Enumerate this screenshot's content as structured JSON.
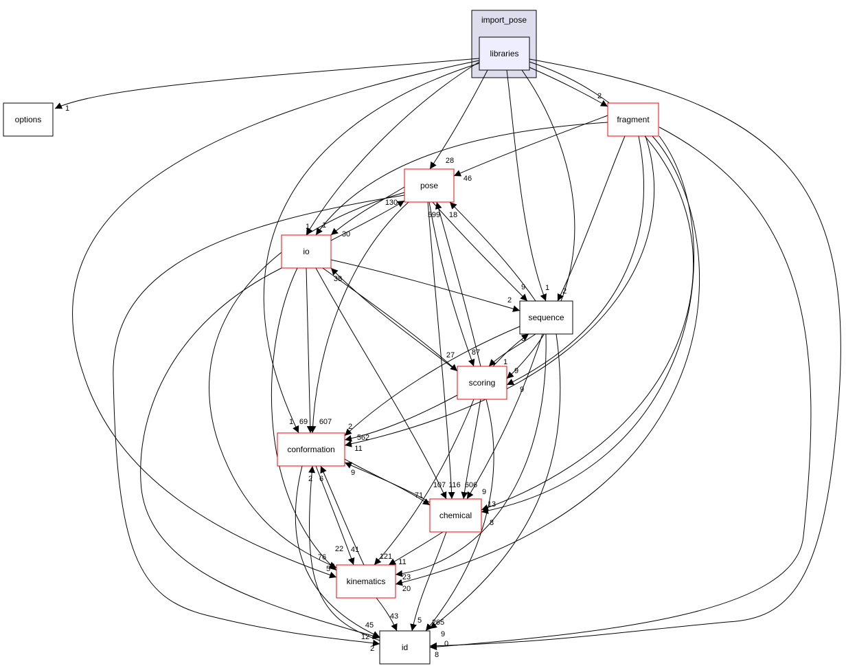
{
  "cluster": {
    "label": "import_pose",
    "fill": "#ddddee"
  },
  "colors": {
    "highlight_border": "#ff0000",
    "normal_border": "#000000",
    "current_fill": "#eeeeff"
  },
  "nodes": [
    {
      "id": "libraries",
      "label": "libraries",
      "style": "current"
    },
    {
      "id": "options",
      "label": "options",
      "style": "normal"
    },
    {
      "id": "fragment",
      "label": "fragment",
      "style": "red"
    },
    {
      "id": "pose",
      "label": "pose",
      "style": "red"
    },
    {
      "id": "io",
      "label": "io",
      "style": "red"
    },
    {
      "id": "sequence",
      "label": "sequence",
      "style": "normal"
    },
    {
      "id": "scoring",
      "label": "scoring",
      "style": "red"
    },
    {
      "id": "conformation",
      "label": "conformation",
      "style": "red"
    },
    {
      "id": "chemical",
      "label": "chemical",
      "style": "red"
    },
    {
      "id": "kinematics",
      "label": "kinematics",
      "style": "red"
    },
    {
      "id": "id",
      "label": "id",
      "style": "normal"
    }
  ],
  "edges": [
    {
      "from": "libraries",
      "to": "options",
      "label": "1"
    },
    {
      "from": "libraries",
      "to": "fragment",
      "label": "2"
    },
    {
      "from": "libraries",
      "to": "pose",
      "label": "28"
    },
    {
      "from": "libraries",
      "to": "io",
      "label": "1"
    },
    {
      "from": "libraries",
      "to": "sequence",
      "label": "1"
    },
    {
      "from": "libraries",
      "to": "scoring",
      "label": "9"
    },
    {
      "from": "libraries",
      "to": "conformation",
      "label": "1"
    },
    {
      "from": "libraries",
      "to": "chemical",
      "label": "13"
    },
    {
      "from": "libraries",
      "to": "kinematics",
      "label": "5"
    },
    {
      "from": "libraries",
      "to": "id",
      "label": "8"
    },
    {
      "from": "fragment",
      "to": "pose",
      "label": "46"
    },
    {
      "from": "fragment",
      "to": "io",
      "label": "1"
    },
    {
      "from": "fragment",
      "to": "sequence",
      "label": "2"
    },
    {
      "from": "fragment",
      "to": "scoring",
      "label": "9"
    },
    {
      "from": "fragment",
      "to": "conformation",
      "label": "11"
    },
    {
      "from": "fragment",
      "to": "chemical",
      "label": "8"
    },
    {
      "from": "fragment",
      "to": "kinematics",
      "label": "23"
    },
    {
      "from": "fragment",
      "to": "id",
      "label": "0"
    },
    {
      "from": "pose",
      "to": "io",
      "label": "30"
    },
    {
      "from": "io",
      "to": "pose",
      "label": "130"
    },
    {
      "from": "pose",
      "to": "sequence",
      "label": "9"
    },
    {
      "from": "sequence",
      "to": "pose",
      "label": "18"
    },
    {
      "from": "pose",
      "to": "scoring",
      "label": "87"
    },
    {
      "from": "scoring",
      "to": "pose",
      "label": "599"
    },
    {
      "from": "pose",
      "to": "conformation",
      "label": "607"
    },
    {
      "from": "pose",
      "to": "chemical",
      "label": "116"
    },
    {
      "from": "pose",
      "to": "kinematics",
      "label": "76"
    },
    {
      "from": "pose",
      "to": "id",
      "label": "12"
    },
    {
      "from": "io",
      "to": "sequence",
      "label": "2"
    },
    {
      "from": "io",
      "to": "scoring",
      "label": "27"
    },
    {
      "from": "scoring",
      "to": "io",
      "label": "38"
    },
    {
      "from": "io",
      "to": "conformation",
      "label": "69"
    },
    {
      "from": "io",
      "to": "chemical",
      "label": "107"
    },
    {
      "from": "io",
      "to": "kinematics",
      "label": "22"
    },
    {
      "from": "io",
      "to": "id",
      "label": "2"
    },
    {
      "from": "sequence",
      "to": "scoring",
      "label": "1"
    },
    {
      "from": "scoring",
      "to": "sequence",
      "label": "3"
    },
    {
      "from": "sequence",
      "to": "conformation",
      "label": "2"
    },
    {
      "from": "sequence",
      "to": "chemical",
      "label": "9"
    },
    {
      "from": "sequence",
      "to": "kinematics",
      "label": "20"
    },
    {
      "from": "sequence",
      "to": "id",
      "label": "9"
    },
    {
      "from": "scoring",
      "to": "conformation",
      "label": "562"
    },
    {
      "from": "scoring",
      "to": "chemical",
      "label": "606"
    },
    {
      "from": "scoring",
      "to": "kinematics",
      "label": "121"
    },
    {
      "from": "scoring",
      "to": "id",
      "label": "265"
    },
    {
      "from": "conformation",
      "to": "chemical",
      "label": "71"
    },
    {
      "from": "chemical",
      "to": "conformation",
      "label": "9"
    },
    {
      "from": "conformation",
      "to": "kinematics",
      "label": "41"
    },
    {
      "from": "kinematics",
      "to": "conformation",
      "label": "6"
    },
    {
      "from": "conformation",
      "to": "id",
      "label": "45"
    },
    {
      "from": "id",
      "to": "conformation",
      "label": "2"
    },
    {
      "from": "chemical",
      "to": "kinematics",
      "label": "11"
    },
    {
      "from": "chemical",
      "to": "id",
      "label": "5"
    },
    {
      "from": "kinematics",
      "to": "id",
      "label": "43"
    }
  ]
}
